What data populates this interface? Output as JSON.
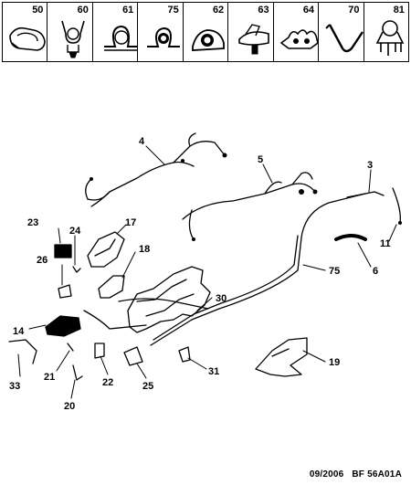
{
  "clips": [
    {
      "number": "50",
      "icon": "clip-50-icon"
    },
    {
      "number": "60",
      "icon": "clip-60-icon"
    },
    {
      "number": "61",
      "icon": "clip-61-icon"
    },
    {
      "number": "75",
      "icon": "clip-75-icon"
    },
    {
      "number": "62",
      "icon": "clip-62-icon"
    },
    {
      "number": "63",
      "icon": "clip-63-icon"
    },
    {
      "number": "64",
      "icon": "clip-64-icon"
    },
    {
      "number": "70",
      "icon": "clip-70-icon"
    },
    {
      "number": "81",
      "icon": "clip-81-icon"
    }
  ],
  "callouts": {
    "c4": "4",
    "c5": "5",
    "c3": "3",
    "c23": "23",
    "c24": "24",
    "c17": "17",
    "c11": "11",
    "c26": "26",
    "c18": "18",
    "c75": "75",
    "c6": "6",
    "c30": "30",
    "c14": "14",
    "c19": "19",
    "c33": "33",
    "c21": "21",
    "c22": "22",
    "c25": "25",
    "c31": "31",
    "c20": "20"
  },
  "footer": {
    "date": "09/2006",
    "reference": "BF 56A01A"
  }
}
